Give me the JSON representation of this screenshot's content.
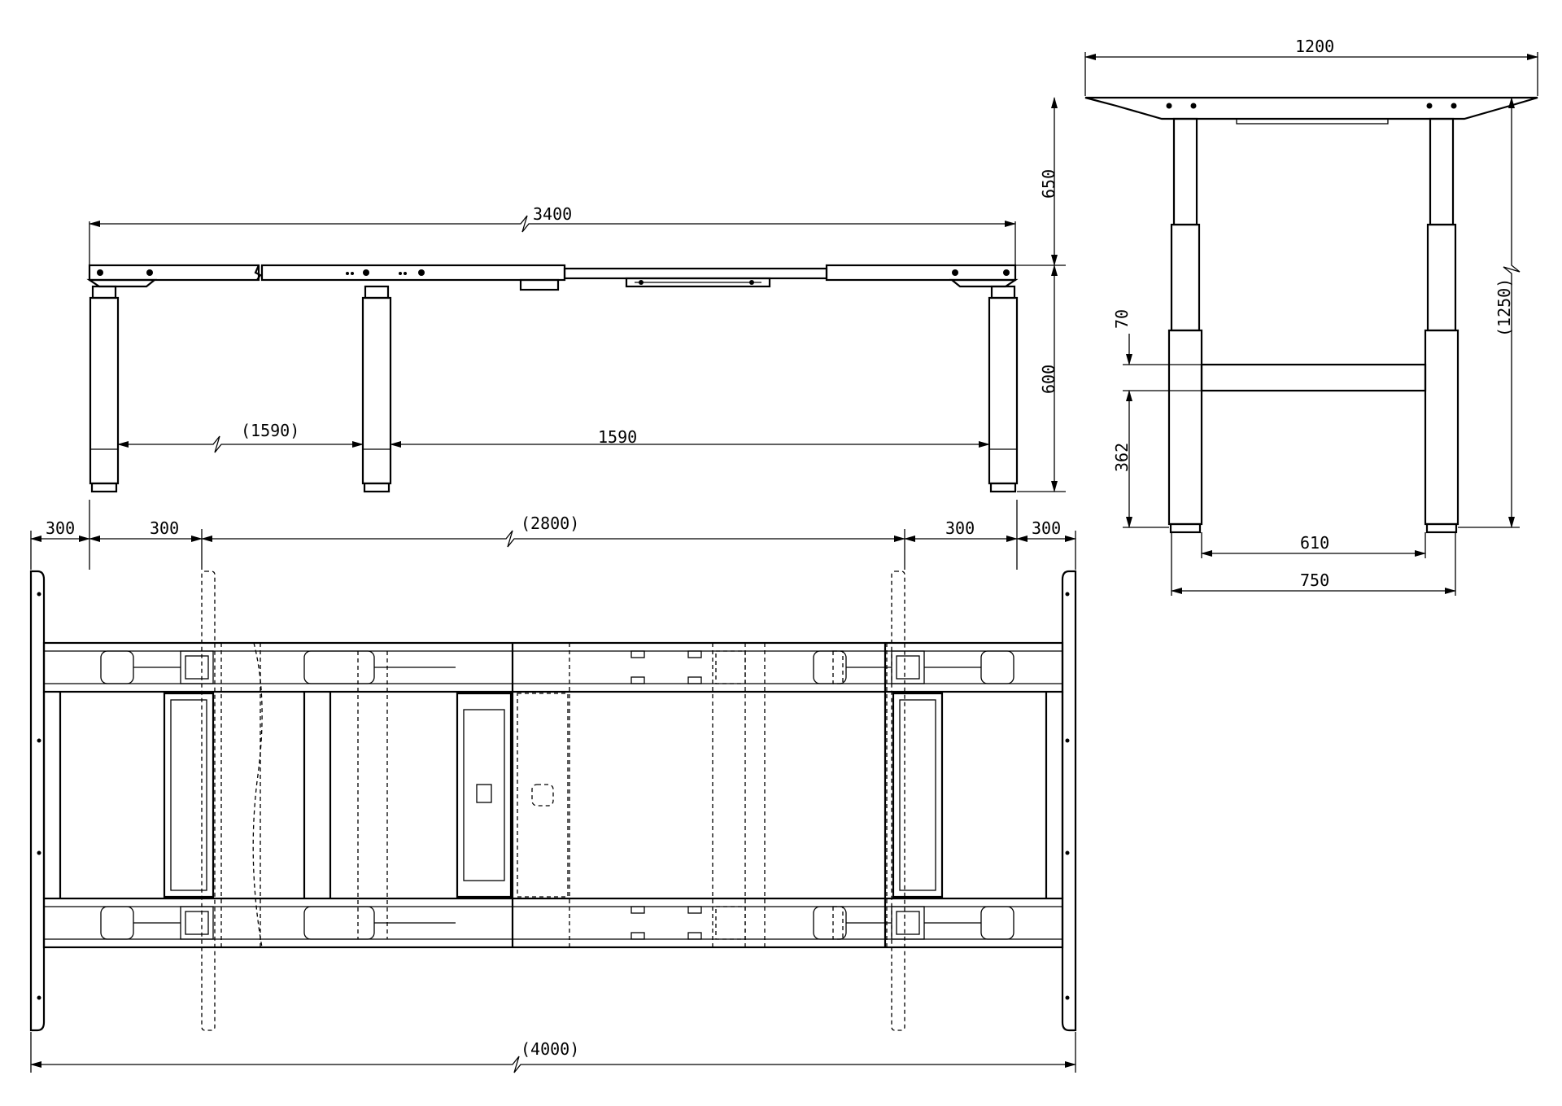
{
  "dimensions": {
    "front_overall": "3400",
    "front_span_left": "(1590)",
    "front_span_right": "1590",
    "front_top_height": "650",
    "front_leg_height": "600",
    "side_top_width": "1200",
    "side_height": "(1250)",
    "side_crossbar_offset": "70",
    "side_crossbar_height": "362",
    "side_inner_width": "610",
    "side_outer_width": "750",
    "plan_left_edge": "300",
    "plan_left_inner": "300",
    "plan_middle": "(2800)",
    "plan_right_inner": "300",
    "plan_right_edge": "300",
    "plan_overall": "(4000)"
  },
  "colors": {
    "line": "#000000",
    "background": "#ffffff"
  }
}
